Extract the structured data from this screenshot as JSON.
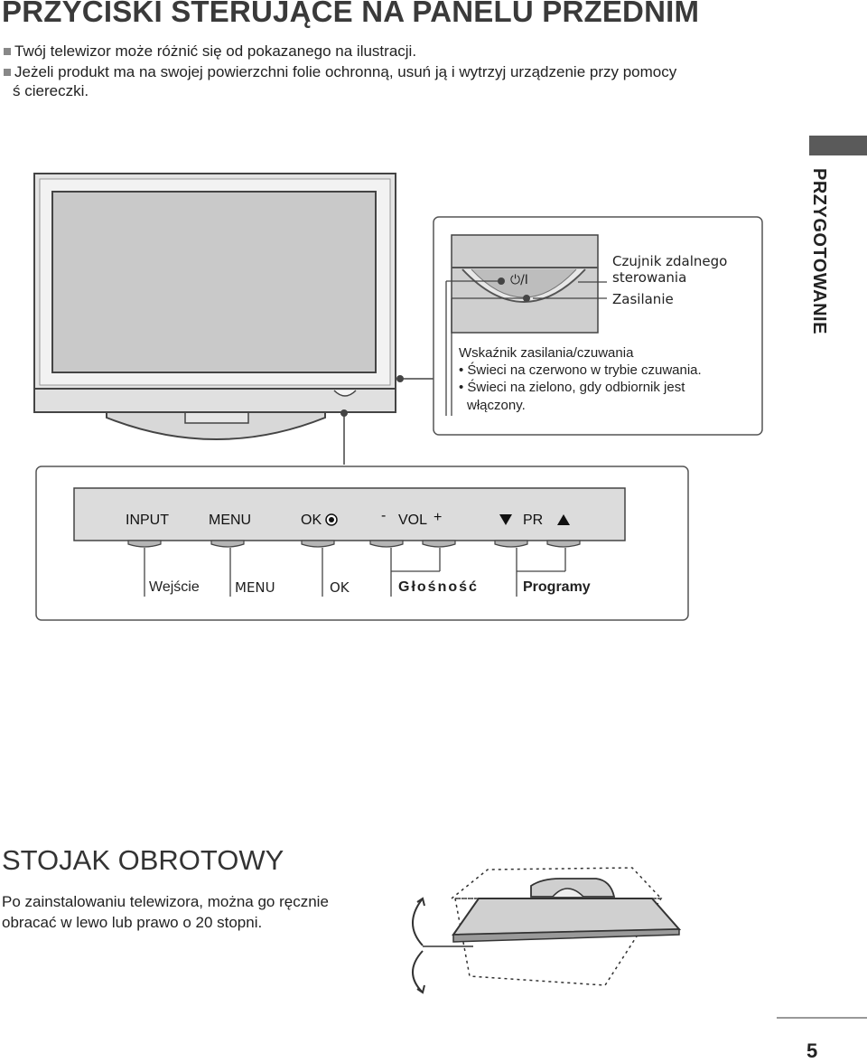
{
  "header": {
    "title": "PRZYCISKI STERUJĄCE NA PANELU PRZEDNIM",
    "notes": [
      "Twój telewizor może różnić się od pokazanego na ilustracji.",
      "Jeżeli produkt ma na swojej powierzchni folie ochronną, usuń ją i wytrzyj urządzenie przy pomocy",
      "ś ciereczki."
    ]
  },
  "side_tab": {
    "label": "PRZYGOTOWANIE"
  },
  "power_detail": {
    "power_symbol": "⏻/I",
    "remote_sensor_label_line1": "Czujnik zdalnego",
    "remote_sensor_label_line2": "sterowania",
    "power_label": "Zasilanie",
    "indicator_title": "Wskaźnik zasilania/czuwania",
    "indicator_items": [
      "• Świeci na czerwono w trybie czuwania.",
      "• Świeci na zielono, gdy odbiornik jest",
      "włączony."
    ]
  },
  "button_panel": {
    "buttons": {
      "input": "INPUT",
      "menu": "MENU",
      "ok": "OK",
      "vol_minus": "-",
      "vol": "VOL",
      "vol_plus": "+",
      "pr": "PR"
    },
    "descriptions": {
      "input": "Wejście",
      "menu": "MENU",
      "ok": "OK",
      "volume": "Głośność",
      "programs": "Programy"
    }
  },
  "swivel": {
    "title": "STOJAK OBROTOWY",
    "text_line1": "Po zainstalowaniu telewizora, można go ręcznie",
    "text_line2": "obracać w lewo lub prawo o 20 stopni."
  },
  "footer": {
    "page_number": "5"
  }
}
